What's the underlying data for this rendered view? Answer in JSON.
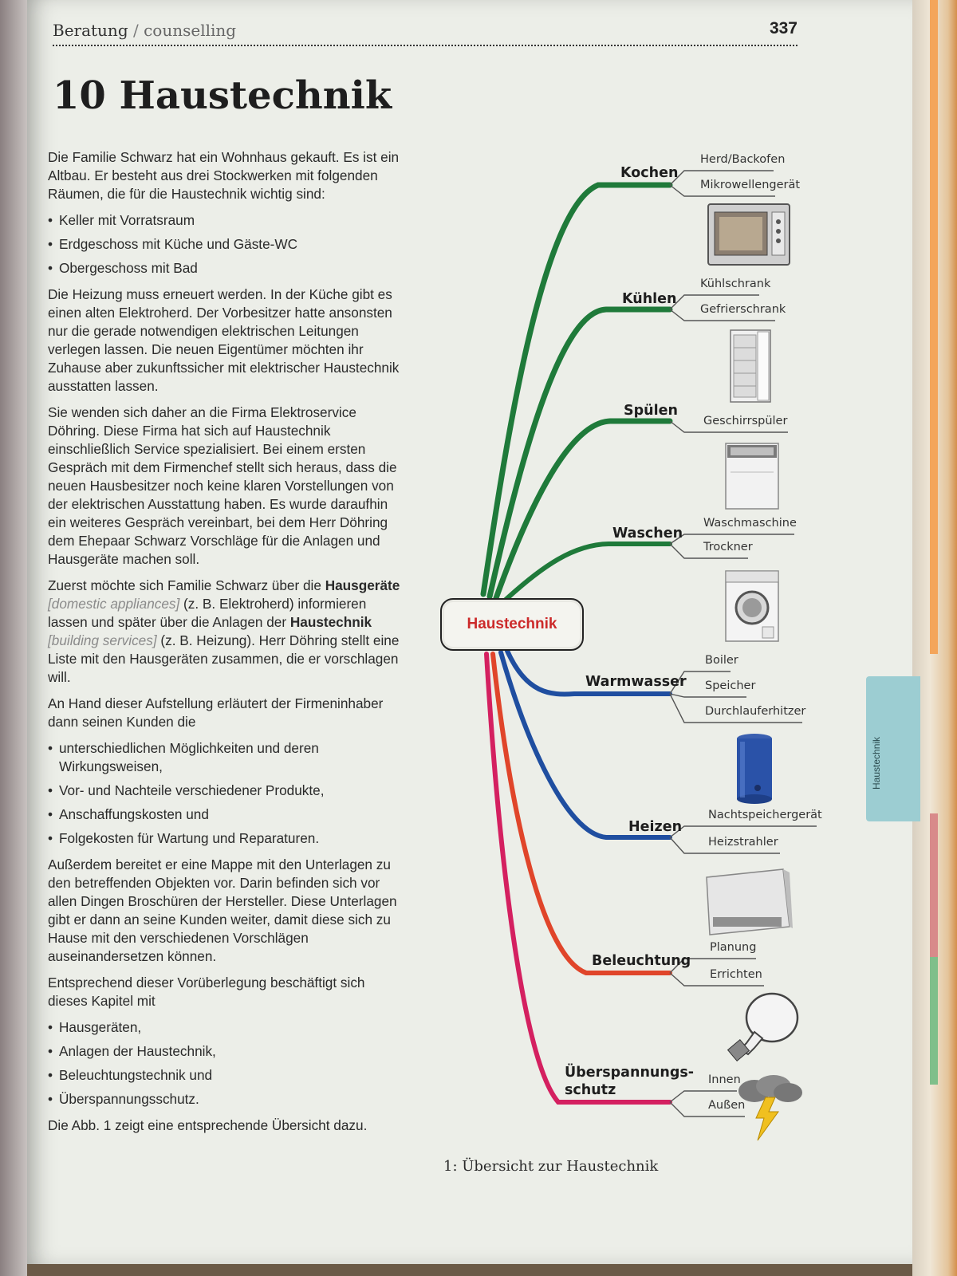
{
  "header": {
    "section": "Beratung",
    "separator": "/",
    "section_en": "counselling",
    "page_number": "337"
  },
  "chapter": {
    "title": "10 Haustechnik"
  },
  "body": {
    "p1": "Die Familie Schwarz hat ein Wohnhaus gekauft. Es ist ein Altbau. Er besteht aus drei Stockwerken mit folgenden Räumen, die für die Haustechnik wichtig sind:",
    "list1": [
      "Keller mit Vorratsraum",
      "Erdgeschoss mit Küche und Gäste-WC",
      "Obergeschoss mit Bad"
    ],
    "p2": "Die Heizung muss erneuert werden. In der Küche gibt es einen alten Elektroherd. Der Vorbesitzer hatte ansonsten nur die gerade notwendigen elektrischen Leitungen verlegen lassen. Die neuen Eigentümer möchten ihr Zuhause aber zukunftssicher mit elektrischer Haustechnik ausstatten lassen.",
    "p3": "Sie wenden sich daher an die Firma Elektroservice Döhring. Diese Firma hat sich auf Haustechnik einschließlich Service spezialisiert. Bei einem ersten Gespräch mit dem Firmenchef stellt sich heraus, dass die neuen Hausbesitzer noch keine klaren Vorstellungen von der elektrischen Ausstattung haben. Es wurde daraufhin ein weiteres Gespräch vereinbart, bei dem Herr Döhring dem Ehepaar Schwarz Vorschläge für die Anlagen und Hausgeräte machen soll.",
    "p4_a": "Zuerst möchte sich Familie Schwarz über die ",
    "p4_b": "Hausgeräte",
    "p4_c": "[domestic appliances]",
    "p4_d": " (z. B. Elektroherd) informieren lassen und später über die Anlagen der ",
    "p4_e": "Haustechnik",
    "p4_f": "[building services]",
    "p4_g": " (z. B. Heizung). Herr Döhring stellt eine Liste mit den Hausgeräten zusammen, die er vorschlagen will.",
    "p5": "An Hand dieser Aufstellung erläutert der Firmeninhaber dann seinen Kunden die",
    "list2": [
      "unterschiedlichen Möglichkeiten und deren Wirkungsweisen,",
      "Vor- und Nachteile verschiedener Produkte,",
      "Anschaffungskosten und",
      "Folgekosten für Wartung und Reparaturen."
    ],
    "p6": "Außerdem bereitet er eine Mappe mit den Unterlagen zu den betreffenden Objekten vor. Darin befinden sich vor allen Dingen Broschüren der Hersteller. Diese Unterlagen gibt er dann an seine Kunden weiter, damit diese sich zu Hause mit den verschiedenen Vorschlägen auseinandersetzen können.",
    "p7": "Entsprechend dieser Vorüberlegung beschäftigt sich dieses Kapitel mit",
    "list3": [
      "Hausgeräten,",
      "Anlagen der Haustechnik,",
      "Beleuchtungstechnik und",
      "Überspannungsschutz."
    ],
    "p8": "Die Abb. 1 zeigt eine entsprechende Übersicht dazu."
  },
  "mindmap": {
    "center": "Haustechnik",
    "branches": [
      {
        "label": "Kochen",
        "leaves": [
          "Herd/Backofen",
          "Mikrowellengerät"
        ],
        "color": "#1f7a3a",
        "image": "microwave-icon"
      },
      {
        "label": "Kühlen",
        "leaves": [
          "Kühlschrank",
          "Gefrierschrank"
        ],
        "color": "#1f7a3a",
        "image": "freezer-icon"
      },
      {
        "label": "Spülen",
        "leaves": [
          "Geschirrspüler"
        ],
        "color": "#1f7a3a",
        "image": "dishwasher-icon"
      },
      {
        "label": "Waschen",
        "leaves": [
          "Waschmaschine",
          "Trockner"
        ],
        "color": "#1f7a3a",
        "image": "washing-machine-icon"
      },
      {
        "label": "Warmwasser",
        "leaves": [
          "Boiler",
          "Speicher",
          "Durchlauferhitzer"
        ],
        "color": "#1f4ea0",
        "image": "boiler-icon"
      },
      {
        "label": "Heizen",
        "leaves": [
          "Nachtspeichergerät",
          "Heizstrahler"
        ],
        "color": "#1f4ea0",
        "image": "heater-icon"
      },
      {
        "label": "Beleuchtung",
        "leaves": [
          "Planung",
          "Errichten"
        ],
        "color": "#e0452a",
        "image": "light-bulb-icon"
      },
      {
        "label": "Überspannungs- schutz",
        "label_line1": "Überspannungs-",
        "label_line2": "schutz",
        "leaves": [
          "Innen",
          "Außen"
        ],
        "color": "#d42060",
        "image": "lightning-cloud-icon"
      }
    ]
  },
  "caption": "1: Übersicht zur Haustechnik",
  "side_tab": "Haustechnik"
}
